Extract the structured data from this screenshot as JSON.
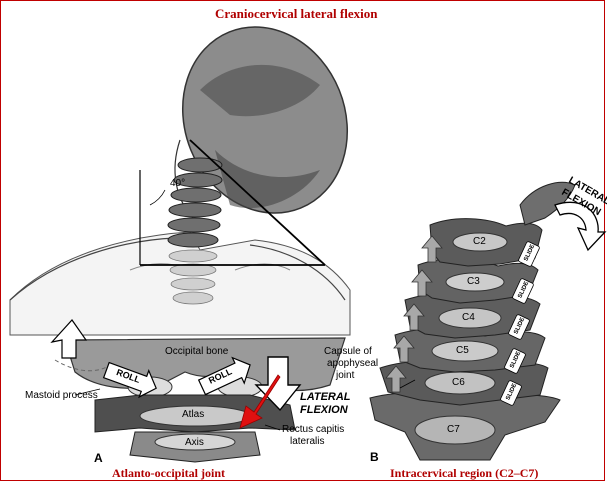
{
  "titles": {
    "main": "Craniocervical lateral flexion",
    "panel_a": "Atlanto-occipital joint",
    "panel_b": "Intracervical region (C2–C7)"
  },
  "panel_letters": {
    "a": "A",
    "b": "B"
  },
  "angle_label": "40°",
  "panel_a": {
    "occipital": "Occipital bone",
    "roll_left": "ROLL",
    "roll_right": "ROLL",
    "atlas": "Atlas",
    "axis": "Axis",
    "mastoid": "Mastoid process",
    "lateral_flexion_line1": "LATERAL",
    "lateral_flexion_line2": "FLEXION",
    "rectus_line1": "Rectus capitis",
    "rectus_line2": "lateralis"
  },
  "panel_b": {
    "lateral_line1": "LATERAL",
    "lateral_line2": "FLEXION",
    "capsule_line1": "Capsule of",
    "capsule_line2": "apophyseal",
    "capsule_line3": "joint",
    "vertebrae": [
      "C2",
      "C3",
      "C4",
      "C5",
      "C6",
      "C7"
    ],
    "slide_label": "SLIDE"
  },
  "colors": {
    "title_red": "#b00000",
    "arrow_red": "#e01010"
  }
}
